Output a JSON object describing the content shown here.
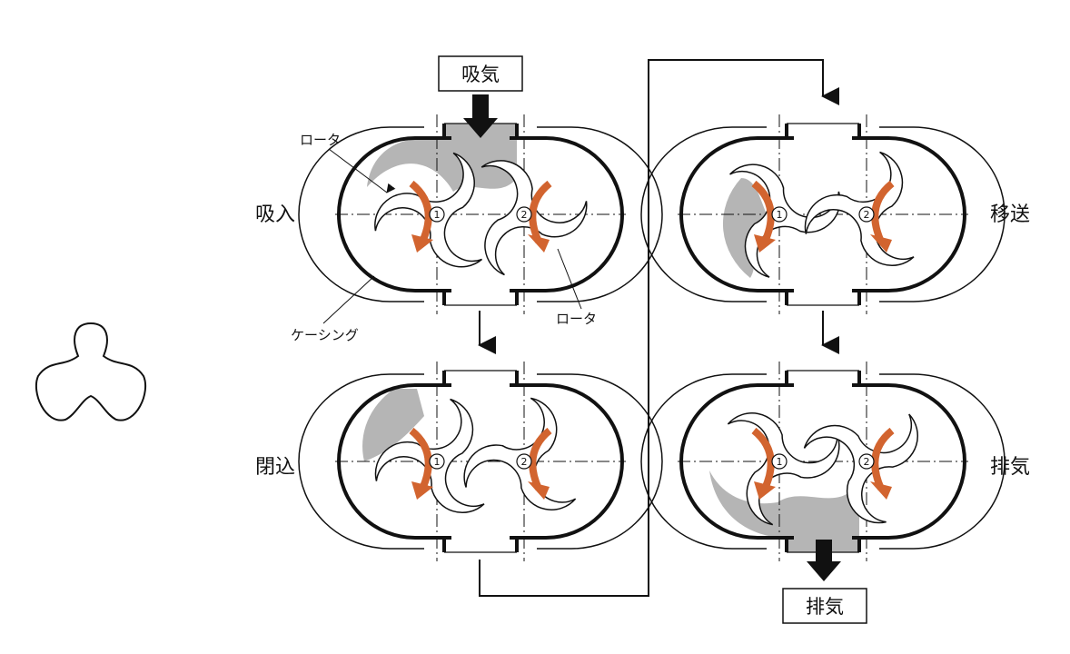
{
  "colors": {
    "arrow": "#d2642f",
    "shade": "#b5b5b5",
    "stroke": "#111111"
  },
  "labels": {
    "intake_box": "吸気",
    "exhaust_box": "排気",
    "rotor_top": "ロータ",
    "rotor_bottom": "ロータ",
    "casing": "ケーシング"
  },
  "stages": [
    {
      "key": "suction",
      "label": "吸入"
    },
    {
      "key": "closing",
      "label": "閉込"
    },
    {
      "key": "transfer",
      "label": "移送"
    },
    {
      "key": "exhaust",
      "label": "排気"
    }
  ],
  "rotor_numbers": [
    "1",
    "2"
  ]
}
